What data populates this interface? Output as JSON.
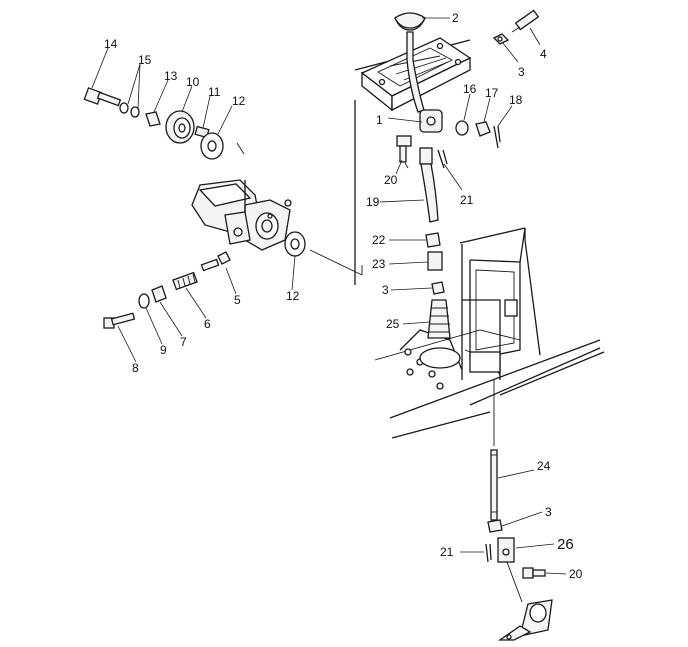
{
  "diagram": {
    "callouts": [
      {
        "id": "c2",
        "label": "2"
      },
      {
        "id": "c4",
        "label": "4"
      },
      {
        "id": "c3a",
        "label": "3"
      },
      {
        "id": "c14",
        "label": "14"
      },
      {
        "id": "c15",
        "label": "15"
      },
      {
        "id": "c13",
        "label": "13"
      },
      {
        "id": "c10",
        "label": "10"
      },
      {
        "id": "c11",
        "label": "11"
      },
      {
        "id": "c12a",
        "label": "12"
      },
      {
        "id": "c16",
        "label": "16"
      },
      {
        "id": "c17",
        "label": "17"
      },
      {
        "id": "c18",
        "label": "18"
      },
      {
        "id": "c1",
        "label": "1"
      },
      {
        "id": "c20a",
        "label": "20"
      },
      {
        "id": "c21a",
        "label": "21"
      },
      {
        "id": "c19",
        "label": "19"
      },
      {
        "id": "c22",
        "label": "22"
      },
      {
        "id": "c23",
        "label": "23"
      },
      {
        "id": "c3b",
        "label": "3"
      },
      {
        "id": "c25",
        "label": "25"
      },
      {
        "id": "c5",
        "label": "5"
      },
      {
        "id": "c12b",
        "label": "12"
      },
      {
        "id": "c6",
        "label": "6"
      },
      {
        "id": "c7",
        "label": "7"
      },
      {
        "id": "c9",
        "label": "9"
      },
      {
        "id": "c8",
        "label": "8"
      },
      {
        "id": "c24",
        "label": "24"
      },
      {
        "id": "c3c",
        "label": "3"
      },
      {
        "id": "c26",
        "label": "26"
      },
      {
        "id": "c21b",
        "label": "21"
      },
      {
        "id": "c20b",
        "label": "20"
      }
    ]
  }
}
